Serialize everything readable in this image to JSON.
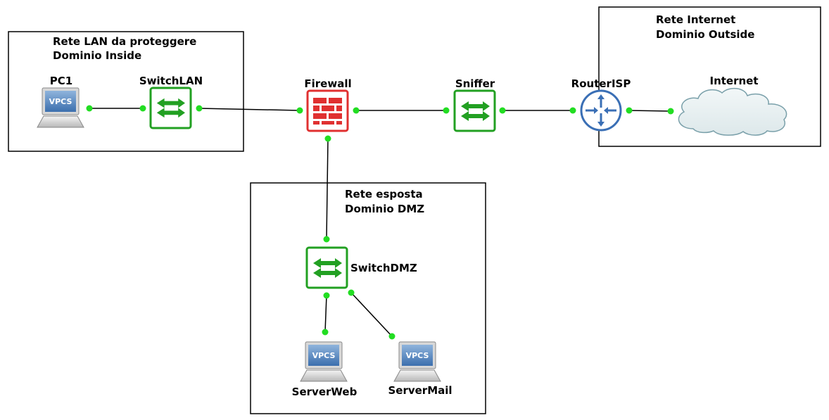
{
  "zones": {
    "lan": {
      "line1": "Rete LAN da proteggere",
      "line2": "Dominio Inside"
    },
    "internet": {
      "line1": "Rete Internet",
      "line2": "Dominio Outside"
    },
    "dmz": {
      "line1": "Rete esposta",
      "line2": "Dominio DMZ"
    }
  },
  "nodes": {
    "pc1": {
      "label": "PC1",
      "badge": "VPCS"
    },
    "switchlan": {
      "label": "SwitchLAN"
    },
    "firewall": {
      "label": "Firewall"
    },
    "sniffer": {
      "label": "Sniffer"
    },
    "routerisp": {
      "label": "RouterISP"
    },
    "internet": {
      "label": "Internet"
    },
    "switchdmz": {
      "label": "SwitchDMZ"
    },
    "serverweb": {
      "label": "ServerWeb",
      "badge": "VPCS"
    },
    "servermail": {
      "label": "ServerMail",
      "badge": "VPCS"
    }
  },
  "colors": {
    "link": "#000000",
    "port": "#22dd22",
    "switch": "#22a022",
    "firewall": "#e03030",
    "router": "#3a6fb5",
    "cloud": "#7aa0aa",
    "zone_border": "#000000"
  }
}
